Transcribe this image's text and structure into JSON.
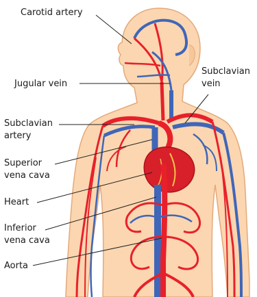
{
  "labels": {
    "carotid_artery": "Carotid artery",
    "jugular_vein": "Jugular vein",
    "subclavian_vein_1": "Subclavian",
    "subclavian_vein_2": "vein",
    "subclavian_artery_1": "Subclavian",
    "subclavian_artery_2": "artery",
    "superior_vena_cava_1": "Superior",
    "superior_vena_cava_2": "vena cava",
    "heart": "Heart",
    "inferior_vena_cava_1": "Inferior",
    "inferior_vena_cava_2": "vena cava",
    "aorta": "Aorta"
  },
  "colors": {
    "skin": "#fbd6b0",
    "skin_outline": "#e3a97a",
    "artery": "#e8202a",
    "vein": "#3f66b8",
    "heart": "#d8202a",
    "leader": "#222222"
  }
}
